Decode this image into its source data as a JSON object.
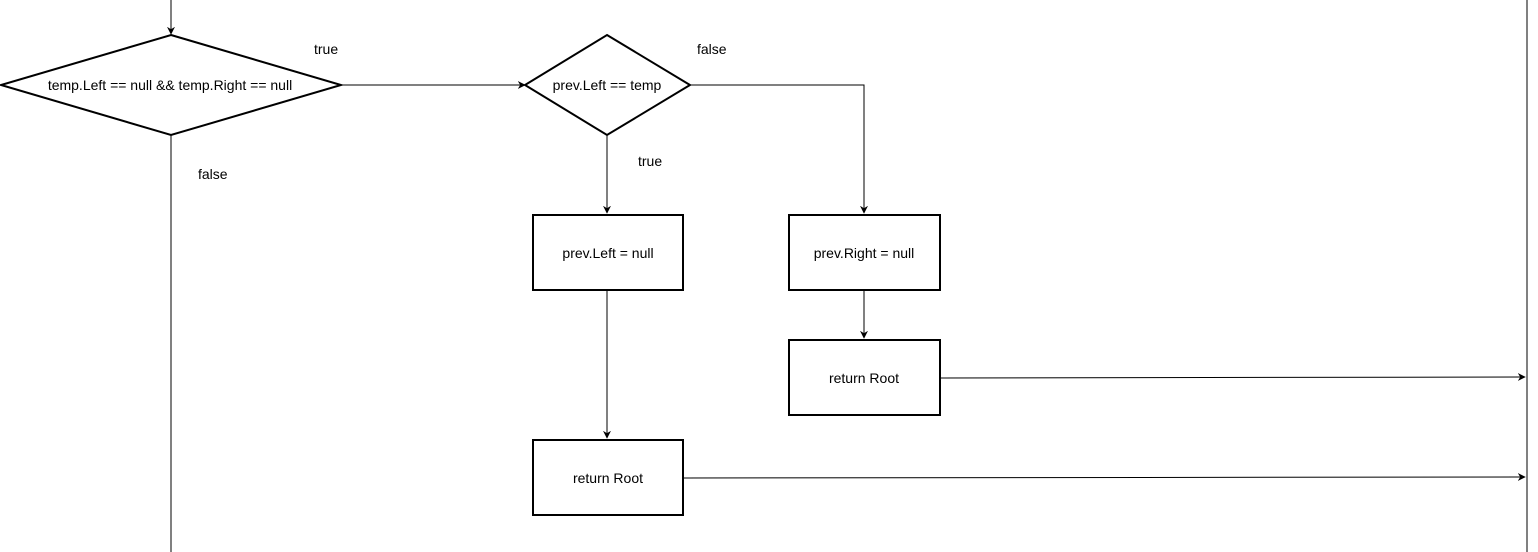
{
  "diagram": {
    "nodes": {
      "decision_leaf": {
        "label": "temp.Left == null && temp.Right == null"
      },
      "decision_prev_left": {
        "label": "prev.Left == temp"
      },
      "assign_prev_left": {
        "label": "prev.Left = null"
      },
      "assign_prev_right": {
        "label": "prev.Right = null"
      },
      "return_root_right": {
        "label": "return Root"
      },
      "return_root_left": {
        "label": "return Root"
      }
    },
    "edge_labels": {
      "leaf_true": "true",
      "leaf_false": "false",
      "prev_false": "false",
      "prev_true": "true"
    },
    "colors": {
      "stroke": "#000000",
      "fill": "#ffffff",
      "text": "#000000"
    }
  }
}
